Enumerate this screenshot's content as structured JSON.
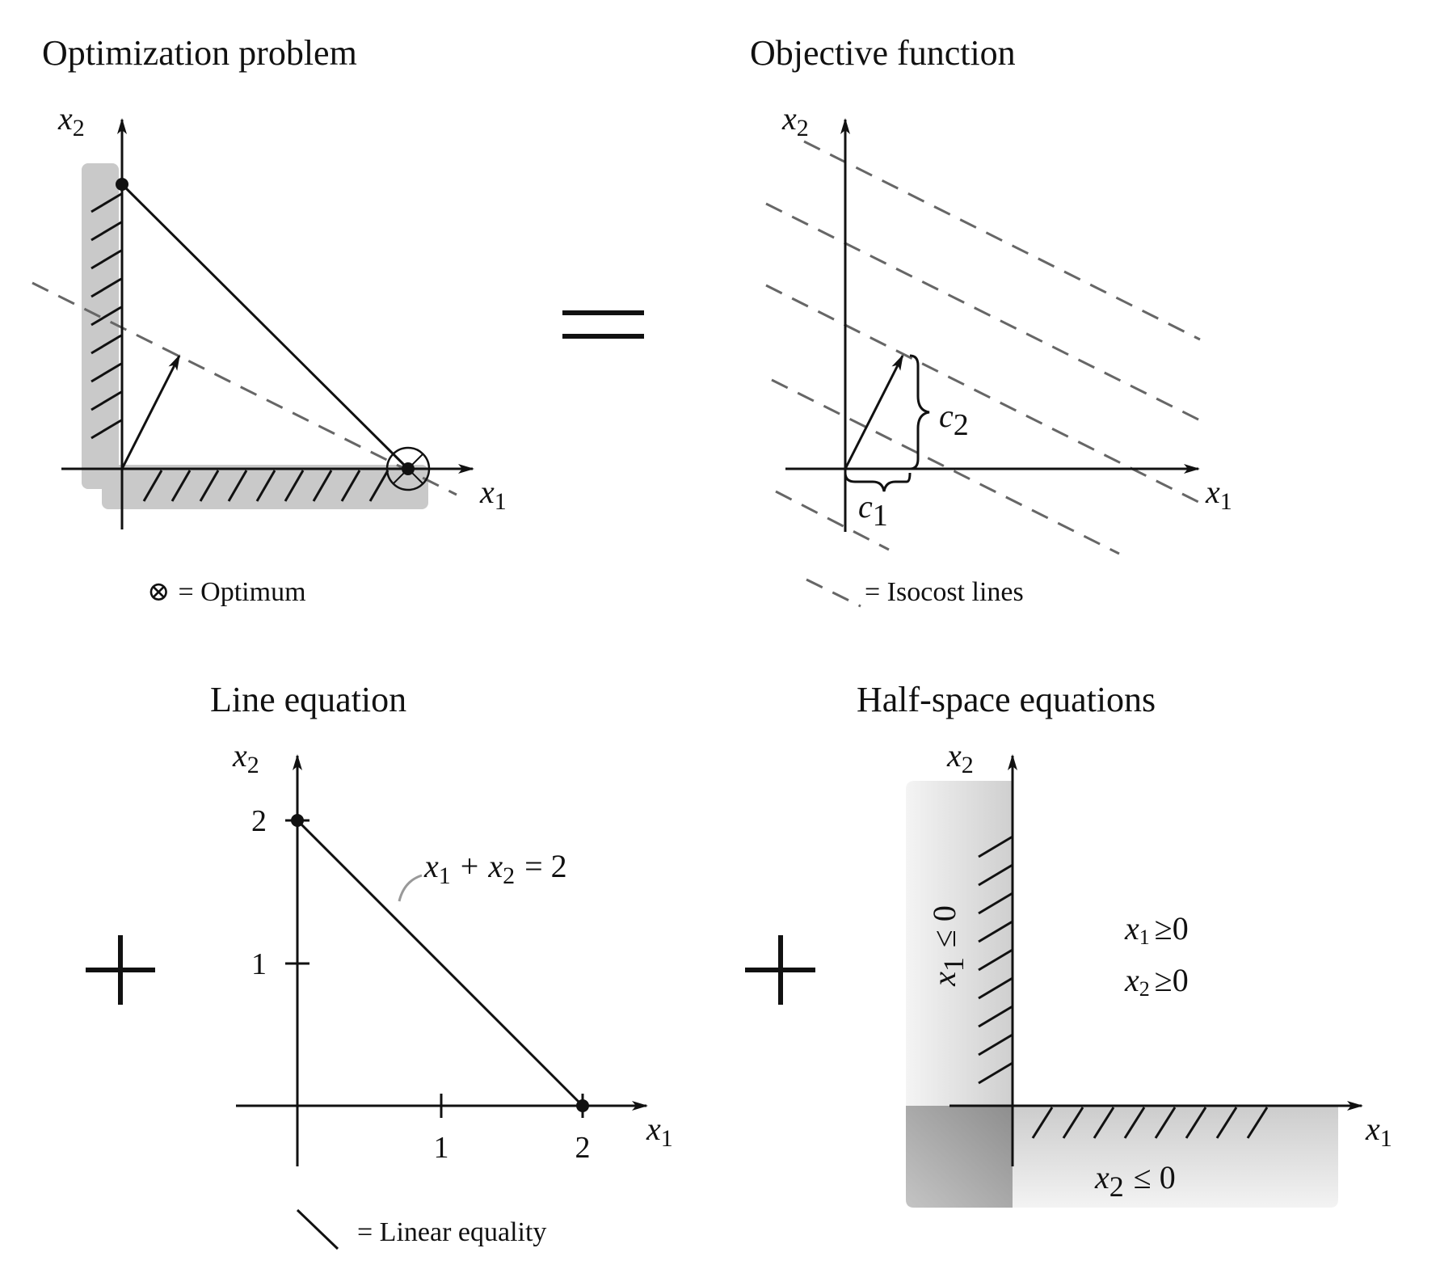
{
  "panels": {
    "optimization": {
      "title": "Optimization problem",
      "x_label": "x",
      "x_label_sub": "1",
      "y_label": "x",
      "y_label_sub": "2",
      "legend_symbol": "⊗",
      "legend_text": "= Optimum"
    },
    "objective": {
      "title": "Objective function",
      "x_label": "x",
      "x_label_sub": "1",
      "y_label": "x",
      "y_label_sub": "2",
      "c1": "c",
      "c1_sub": "1",
      "c2": "c",
      "c2_sub": "2",
      "legend_text": "= Isocost lines"
    },
    "line": {
      "title": "Line equation",
      "x_label": "x",
      "x_label_sub": "1",
      "y_label": "x",
      "y_label_sub": "2",
      "x_ticks": [
        "1",
        "2"
      ],
      "y_ticks": [
        "1",
        "2"
      ],
      "equation": {
        "a": "x",
        "a_sub": "1",
        "plus": "+",
        "b": "x",
        "b_sub": "2",
        "rhs": "= 2"
      },
      "legend_text": "= Linear equality"
    },
    "halfspace": {
      "title": "Half-space equations",
      "x_label": "x",
      "x_label_sub": "1",
      "y_label": "x",
      "y_label_sub": "2",
      "left_region": {
        "var": "x",
        "sub": "1",
        "rel": "≤ 0"
      },
      "bottom_region": {
        "var": "x",
        "sub": "2",
        "rel": "≤ 0"
      },
      "ineq1": {
        "var": "x",
        "sub": "1",
        "rel": "≥0"
      },
      "ineq2": {
        "var": "x",
        "sub": "2",
        "rel": "≥0"
      }
    }
  },
  "operators": {
    "equals": "=",
    "plus": "+"
  }
}
